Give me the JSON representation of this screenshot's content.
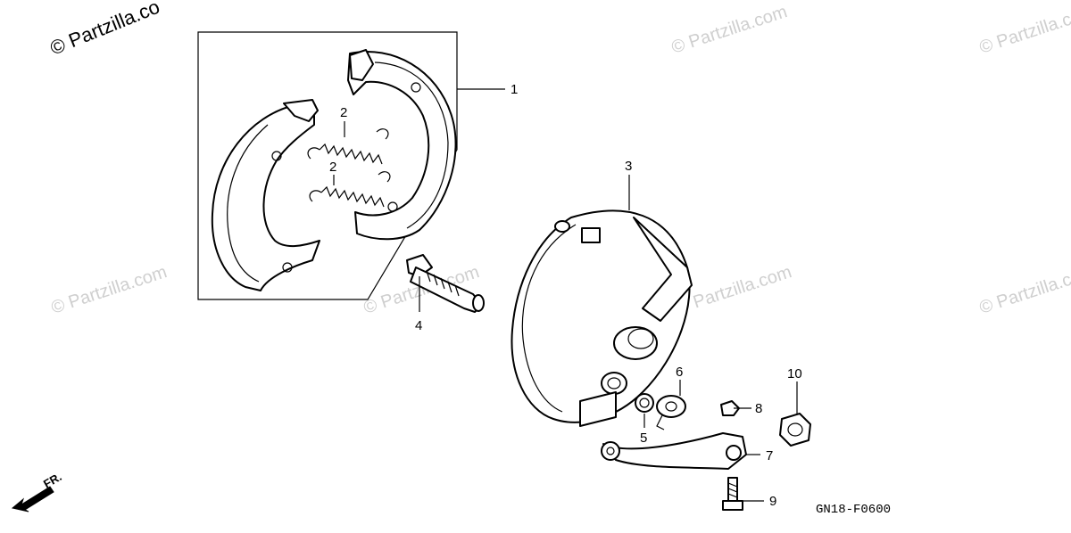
{
  "watermark": "© Partzilla.com",
  "watermark_partial": "© Partzilla.co",
  "diagram_code": "GN18-F0600",
  "direction_label": "FR.",
  "callouts": {
    "c1": "1",
    "c2a": "2",
    "c2b": "2",
    "c3": "3",
    "c4": "4",
    "c5": "5",
    "c6": "6",
    "c7": "7",
    "c8": "8",
    "c9": "9",
    "c10": "10"
  }
}
